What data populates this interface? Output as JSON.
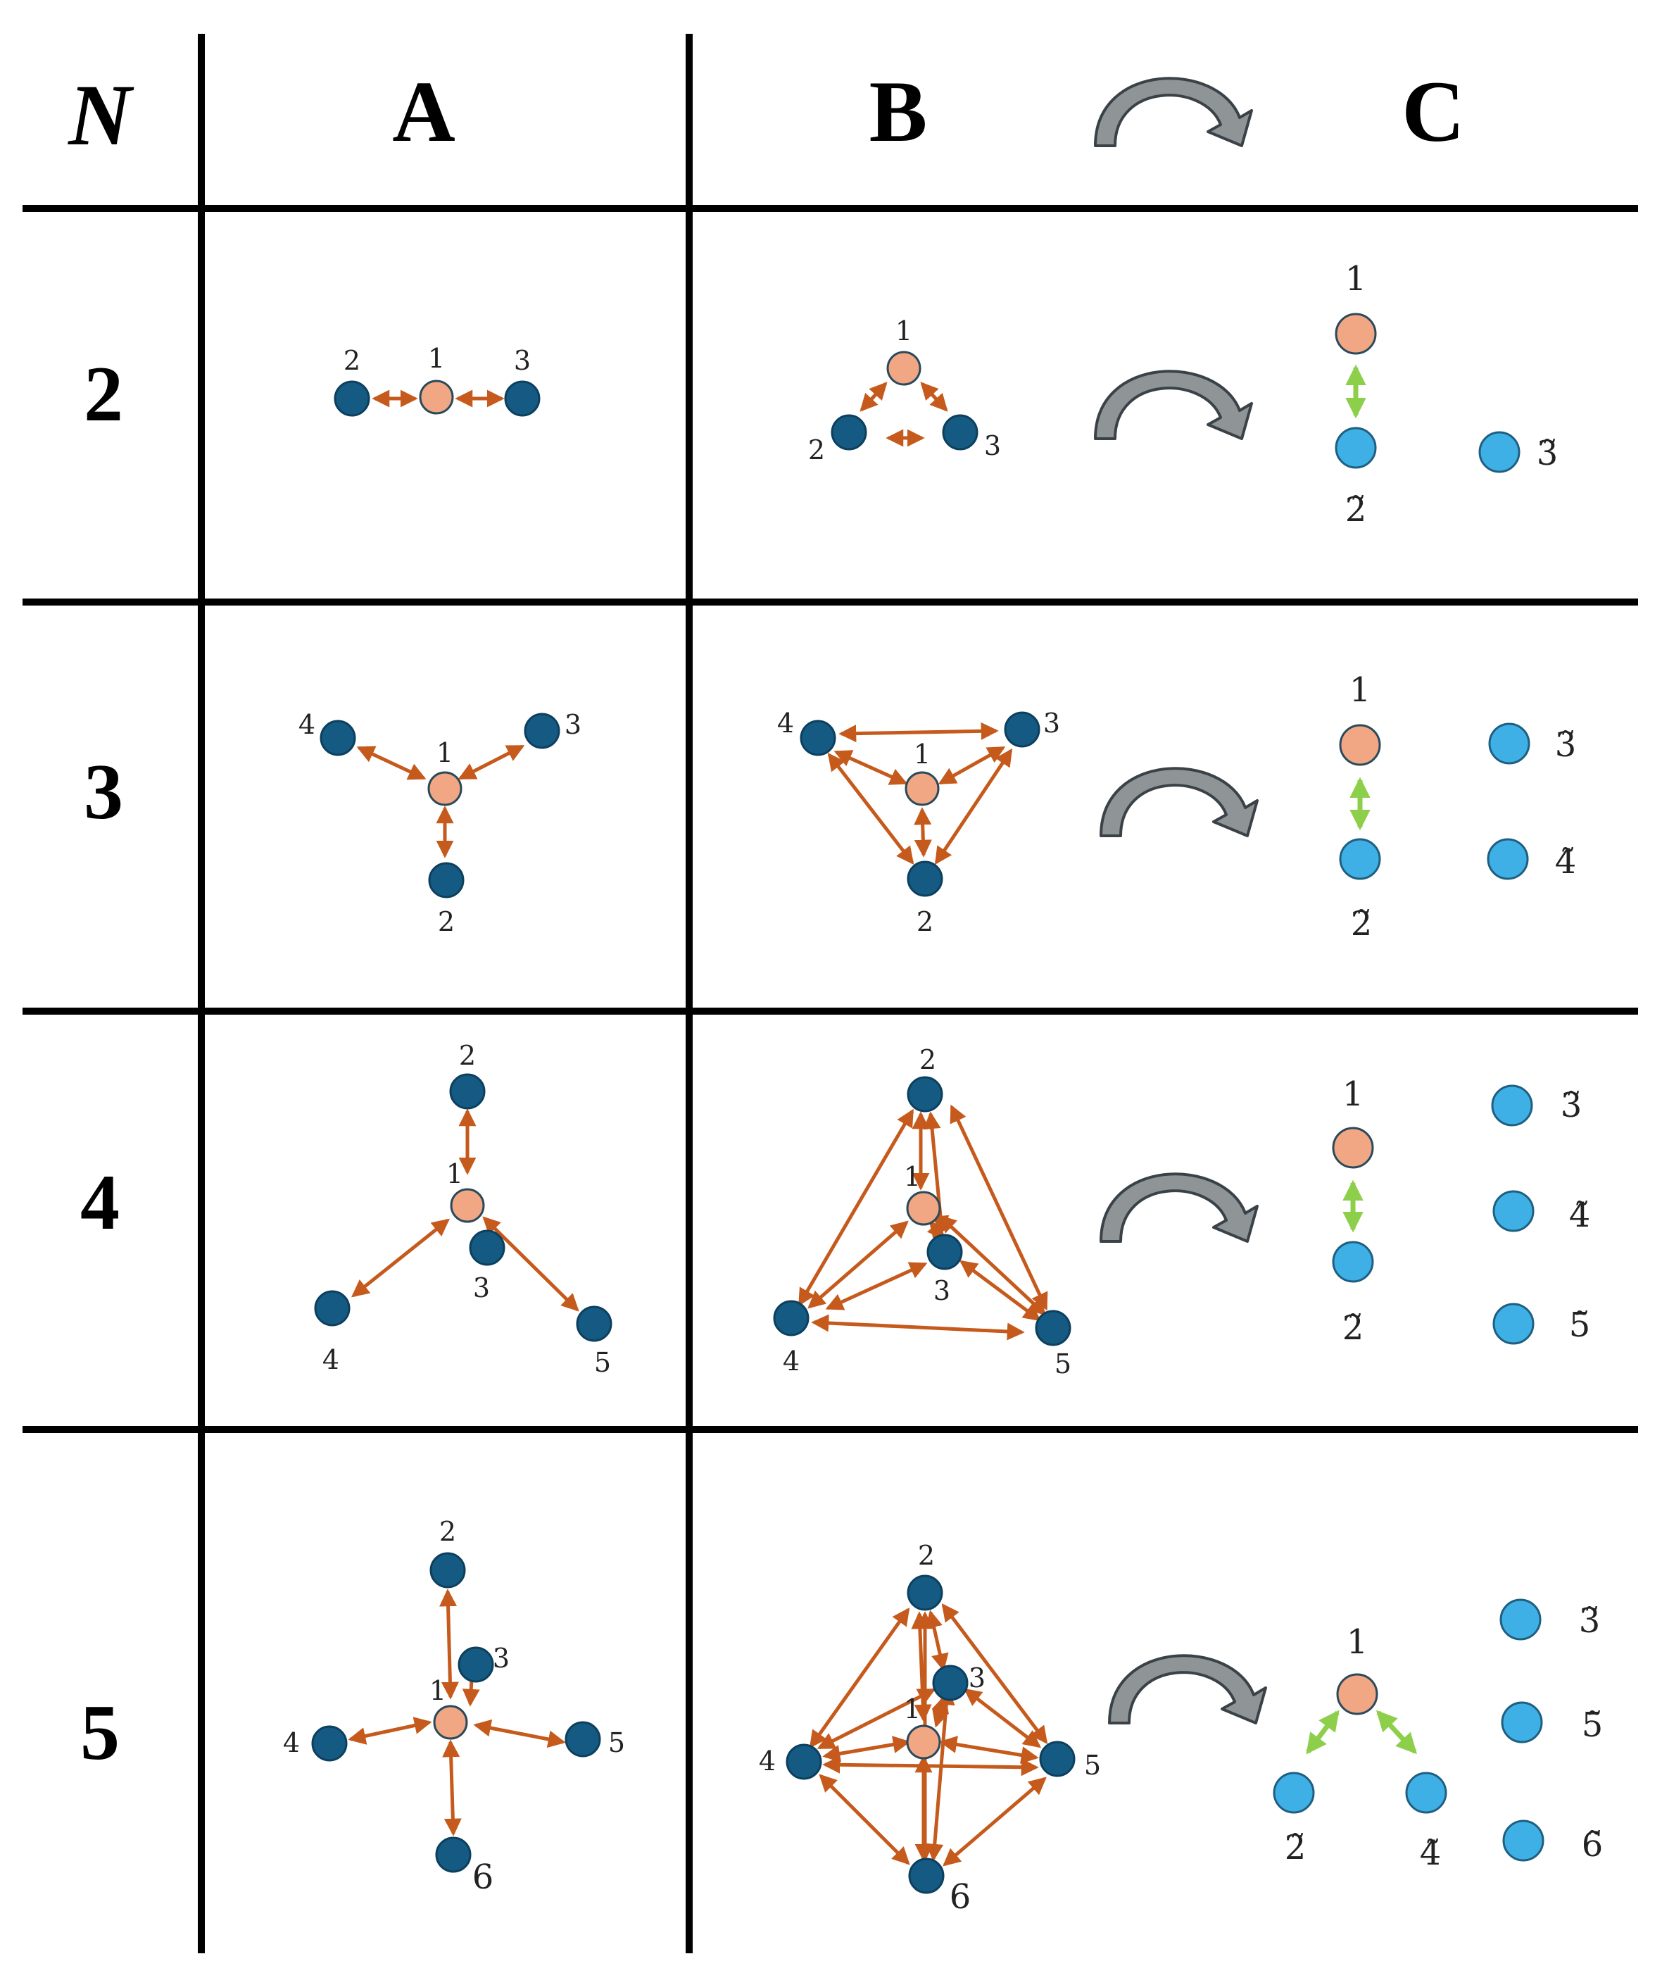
{
  "headers": {
    "n": "N",
    "a": "A",
    "b": "B",
    "c": "C"
  },
  "rows": [
    {
      "label": "2"
    },
    {
      "label": "3"
    },
    {
      "label": "4"
    },
    {
      "label": "5"
    }
  ],
  "colors": {
    "edge": "#c55a1c",
    "green_edge": "#8dcf4a",
    "node_dark": "#145a82",
    "node_center": "#f1a783",
    "node_light": "#3fb0e6",
    "curved_arrow": "#8f9497"
  },
  "icons": [
    "curved-arrow-icon"
  ],
  "node_labels": {
    "n1": "1",
    "n2": "2",
    "n3": "3",
    "n4": "4",
    "n5": "5",
    "n6": "6",
    "t2": "2̃",
    "t3": "3̃",
    "t4": "4̃",
    "t5": "5̃",
    "t6": "6̃"
  }
}
